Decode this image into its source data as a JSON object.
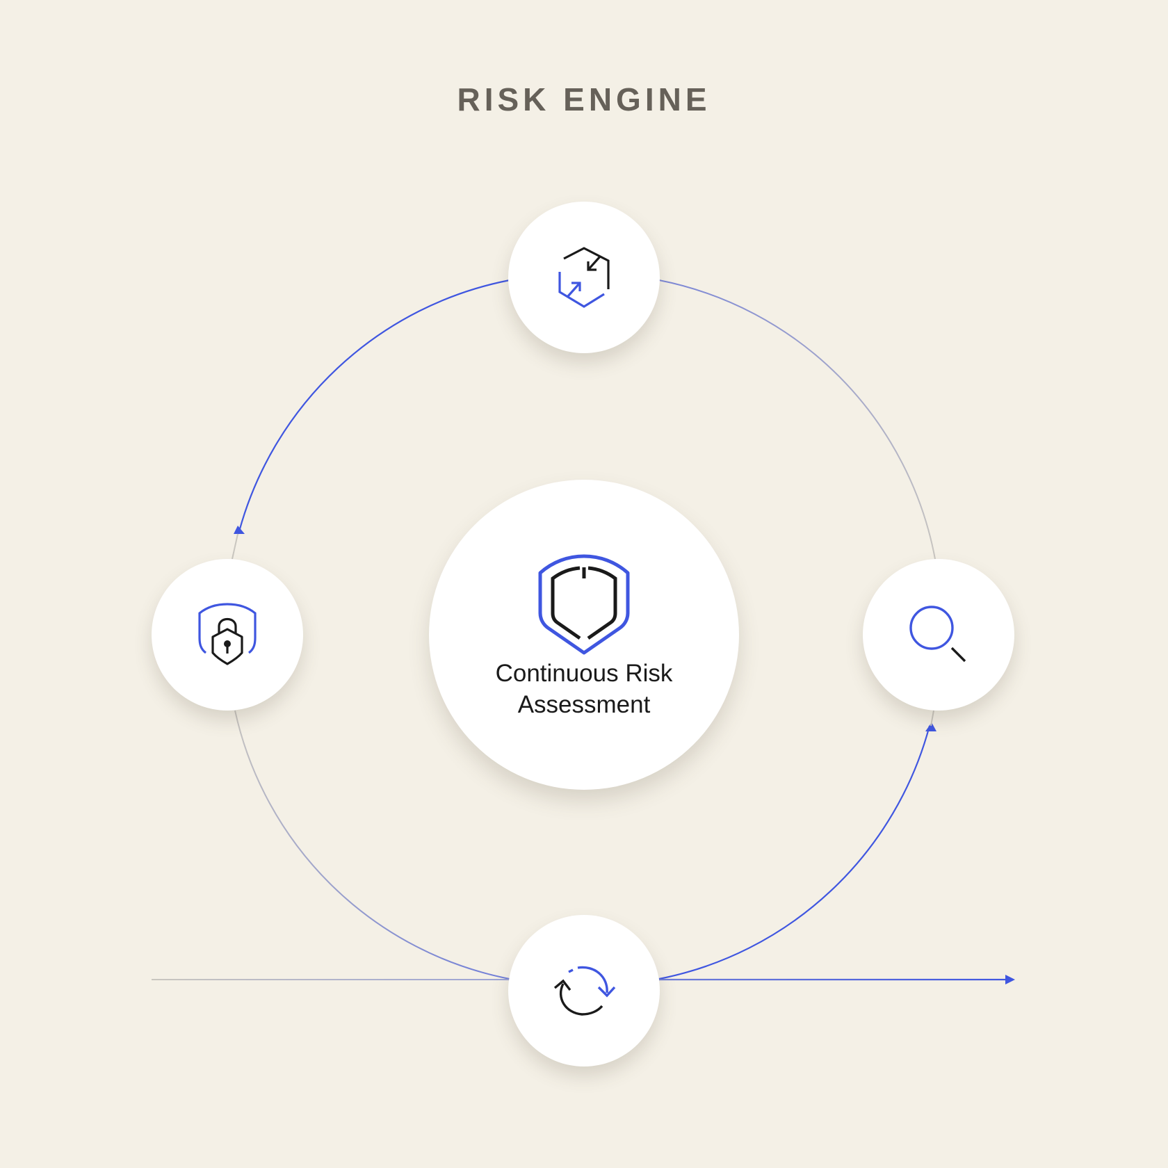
{
  "title": "RISK ENGINE",
  "center": {
    "label_line1": "Continuous Risk",
    "label_line2": "Assessment",
    "icon": "shield-icon"
  },
  "nodes": {
    "top": {
      "icon": "hexagon-exchange-icon"
    },
    "left": {
      "icon": "shield-lock-icon"
    },
    "right": {
      "icon": "search-icon"
    },
    "bottom": {
      "icon": "refresh-cycle-icon"
    }
  },
  "colors": {
    "background": "#f4f0e6",
    "accent_blue": "#3f56e0",
    "neutral_line": "#c9c6bf",
    "title_text": "#666159",
    "icon_dark": "#1a1a1a"
  }
}
